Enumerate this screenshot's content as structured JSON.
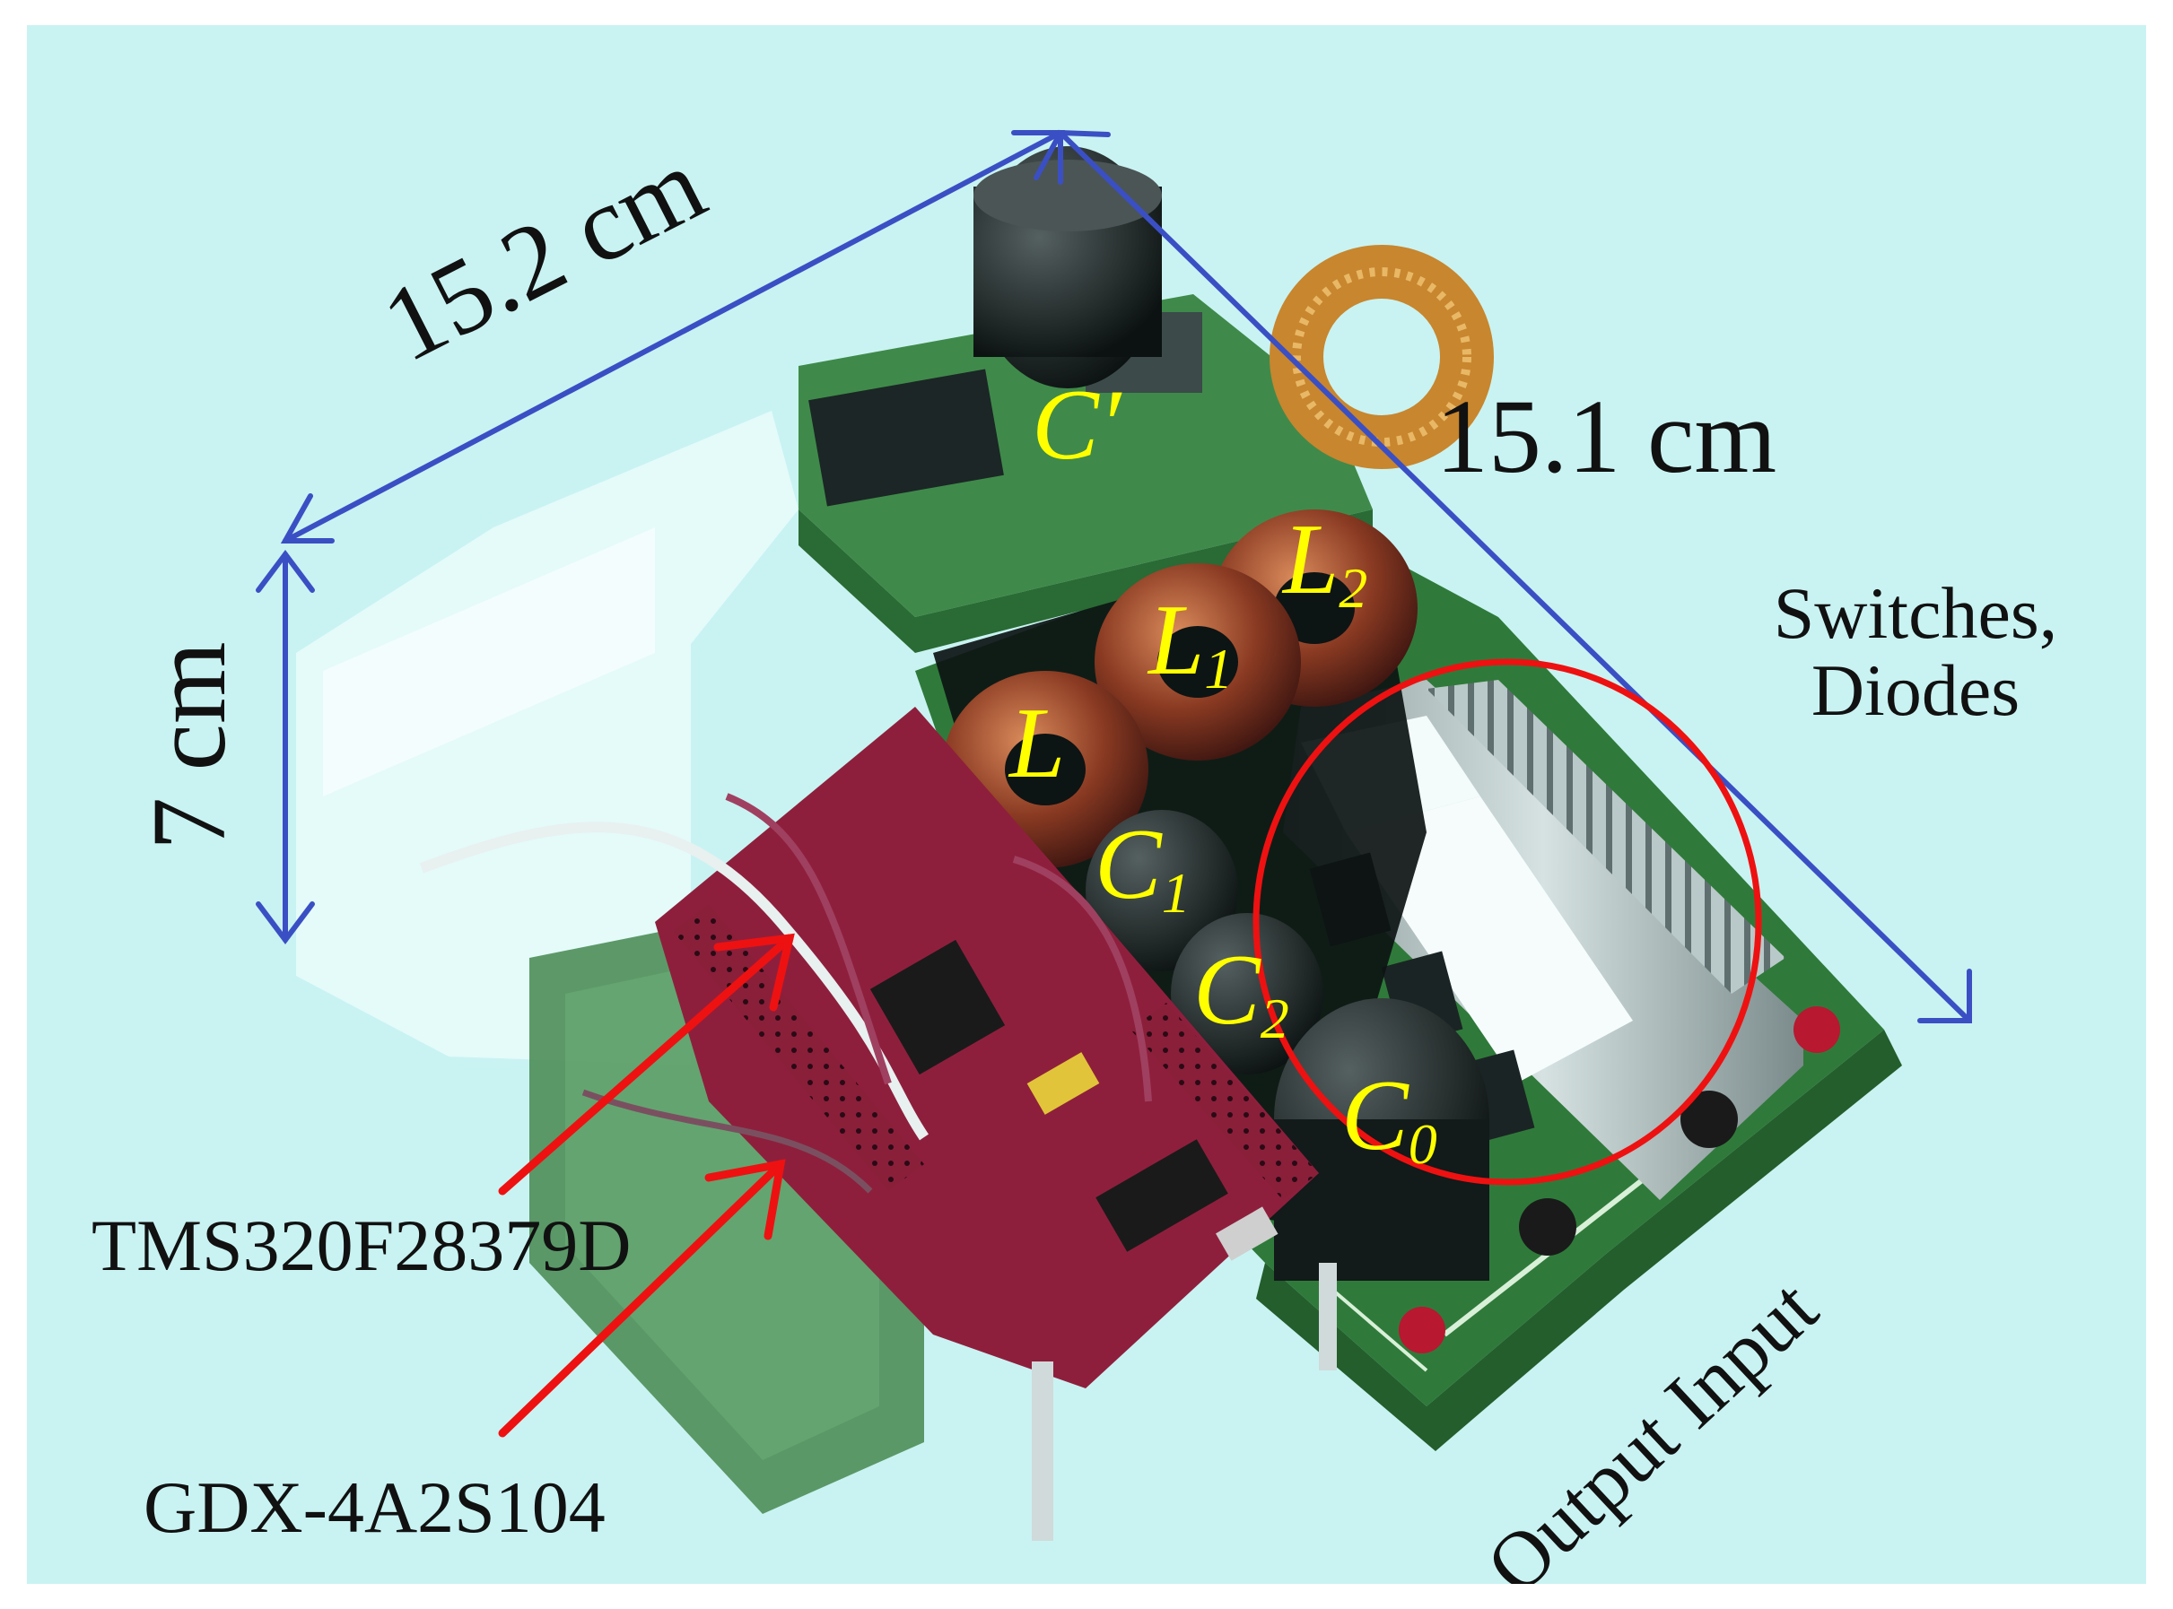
{
  "dimensions": {
    "width_label": "15.2 cm",
    "depth_label": "15.1 cm",
    "height_label": "7 cm"
  },
  "components": {
    "c_prime": "C′",
    "l2": {
      "main": "L",
      "sub": "2"
    },
    "l1": {
      "main": "L",
      "sub": "1"
    },
    "l": "L",
    "c1": {
      "main": "C",
      "sub": "1"
    },
    "c2": {
      "main": "C",
      "sub": "2"
    },
    "c0": {
      "main": "C",
      "sub": "0"
    }
  },
  "annotations": {
    "switches_line1": "Switches,",
    "switches_line2": "Diodes",
    "output_input": "Output Input",
    "controller": "TMS320F28379D",
    "gate_driver": "GDX-4A2S104"
  },
  "colors": {
    "background": "#c9f3f2",
    "dimension_arrows": "#3b4fc4",
    "highlight_circle": "#ee1111",
    "pointer_arrows": "#ee1111",
    "component_labels": "#ffff00"
  }
}
